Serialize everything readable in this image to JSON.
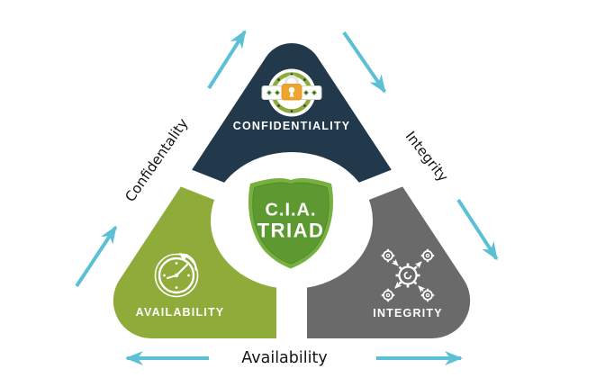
{
  "diagram": {
    "shield": {
      "line1": "C.I.A.",
      "line2": "TRIAD"
    },
    "segments": {
      "confidentiality": {
        "label": "CONFIDENTIALITY",
        "color": "#22394b",
        "icon": "lock-badge-icon"
      },
      "availability": {
        "label": "AVAILABILITY",
        "color": "#8fab3a",
        "icon": "clock-refresh-icon"
      },
      "integrity": {
        "label": "INTEGRITY",
        "color": "#6a6a6a",
        "icon": "gears-network-icon"
      }
    },
    "edge_labels": {
      "left": "Confidentality",
      "right": "Integrity",
      "bottom": "Availability"
    },
    "colors": {
      "arrow_cyan": "#5bc0d4",
      "navy": "#22394b",
      "olive_green": "#8fab3a",
      "gray": "#6a6a6a",
      "shield_border": "#76b03f",
      "shield_fill": "#5d9831",
      "lock_body": "#f0a42e",
      "edge_label_text": "#141414",
      "background": "#ffffff"
    }
  }
}
